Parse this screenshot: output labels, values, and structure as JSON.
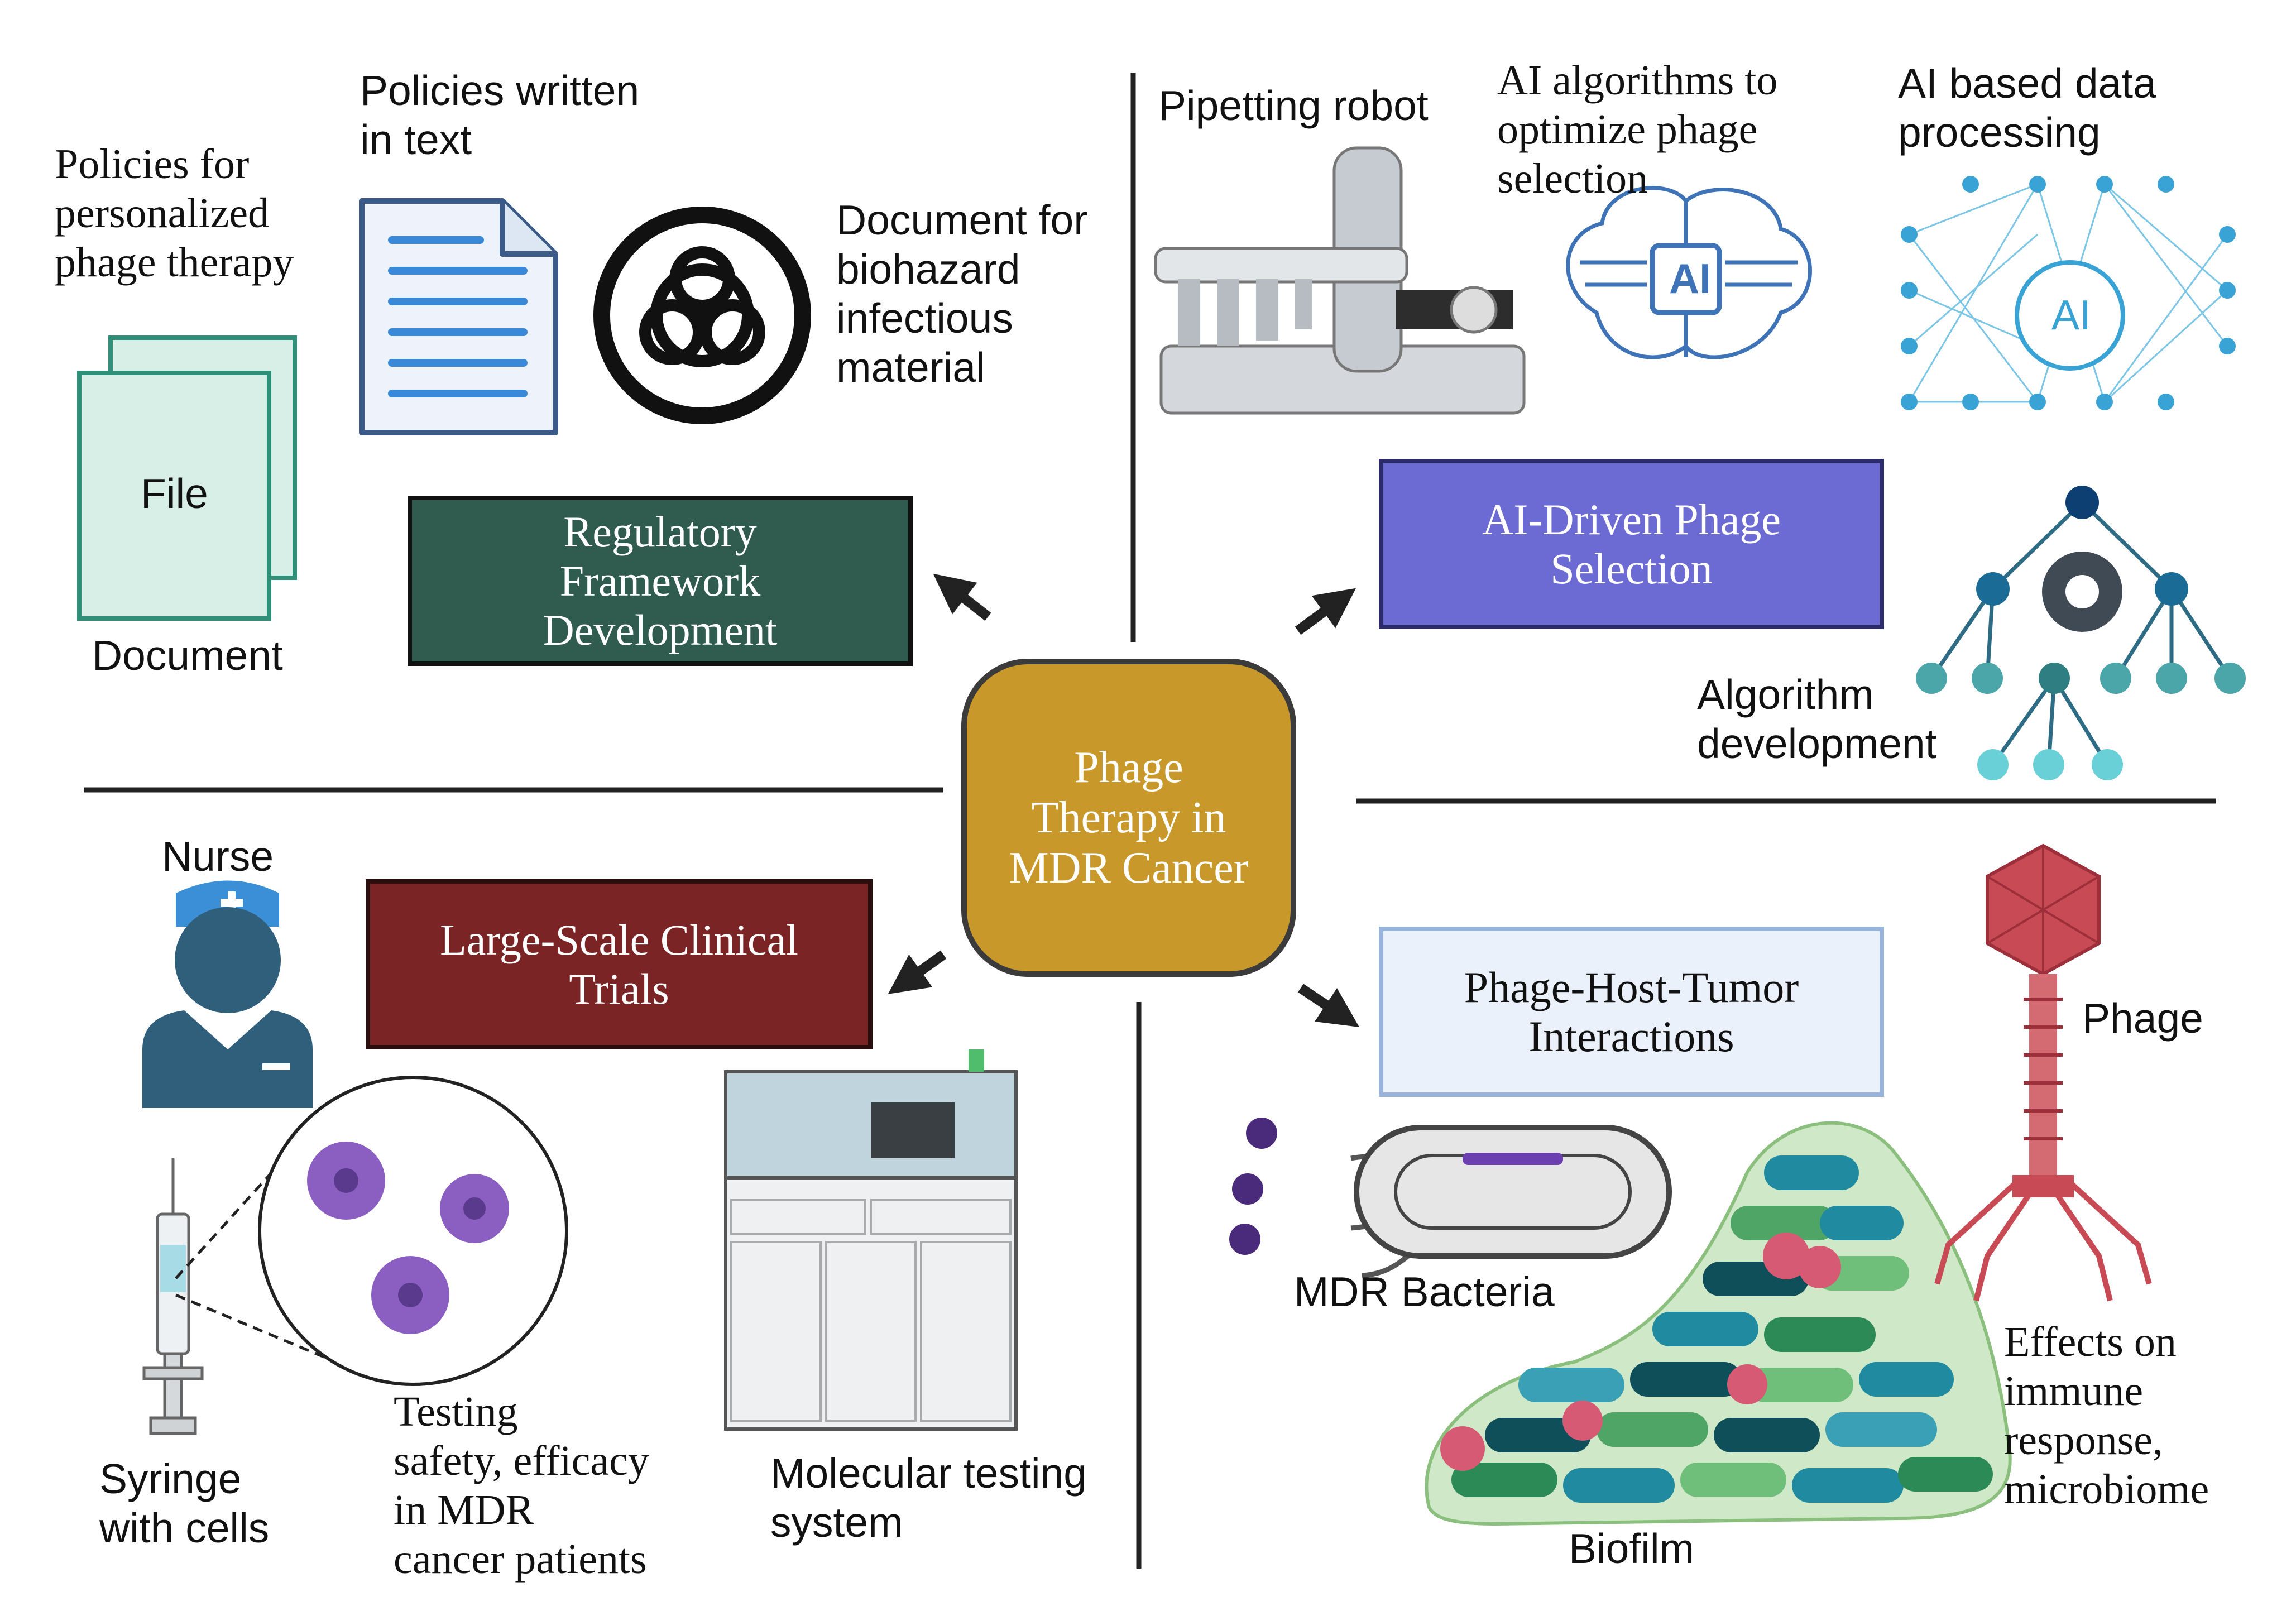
{
  "colors": {
    "regulatory": "#2f5c4f",
    "ai_selection": "#6c6bd4",
    "clinical": "#7a2425",
    "interactions": "#eaf1fb",
    "hub": "#c8992a",
    "neural": "#3aa3d6",
    "virus": "#c84a55",
    "biofilm_teal": "#1f8aa0",
    "biofilm_green": "#4fa566"
  },
  "hub": {
    "label": "Phage\nTherapy in\nMDR Cancer"
  },
  "boxes": {
    "regulatory": "Regulatory\nFramework\nDevelopment",
    "ai_selection": "AI-Driven Phage\nSelection",
    "clinical": "Large-Scale Clinical\nTrials",
    "interactions": "Phage-Host-Tumor\nInteractions"
  },
  "labels": {
    "policies_personalized": "Policies for\npersonalized\nphage therapy",
    "policies_written": "Policies written\nin text",
    "biohazard_doc": "Document for\nbiohazard\ninfectious\nmaterial",
    "file": "File",
    "document": "Document",
    "pipetting_robot": "Pipetting robot",
    "ai_algorithms": "AI algorithms to\noptimize phage\nselection",
    "ai_data": "AI based data\nprocessing",
    "ai_chip": "AI",
    "ai_circle": "AI",
    "algorithm_dev": "Algorithm\ndevelopment",
    "nurse": "Nurse",
    "syringe": "Syringe\nwith cells",
    "testing": "Testing\nsafety, efficacy\nin MDR\ncancer patients",
    "molecular": "Molecular testing\nsystem",
    "phage": "Phage",
    "mdr_bacteria": "MDR Bacteria",
    "biofilm": "Biofilm",
    "effects": "Effects on\nimmune\nresponse,\nmicrobiome"
  },
  "icons": [
    "file-stack-icon",
    "text-document-icon",
    "biohazard-icon",
    "pipetting-robot-icon",
    "ai-brain-chip-icon",
    "neural-network-icon",
    "algorithm-tree-icon",
    "nurse-icon",
    "syringe-icon",
    "cancer-cells-icon",
    "molecular-testing-machine-icon",
    "bacterium-icon",
    "biofilm-icon",
    "phage-icon"
  ]
}
